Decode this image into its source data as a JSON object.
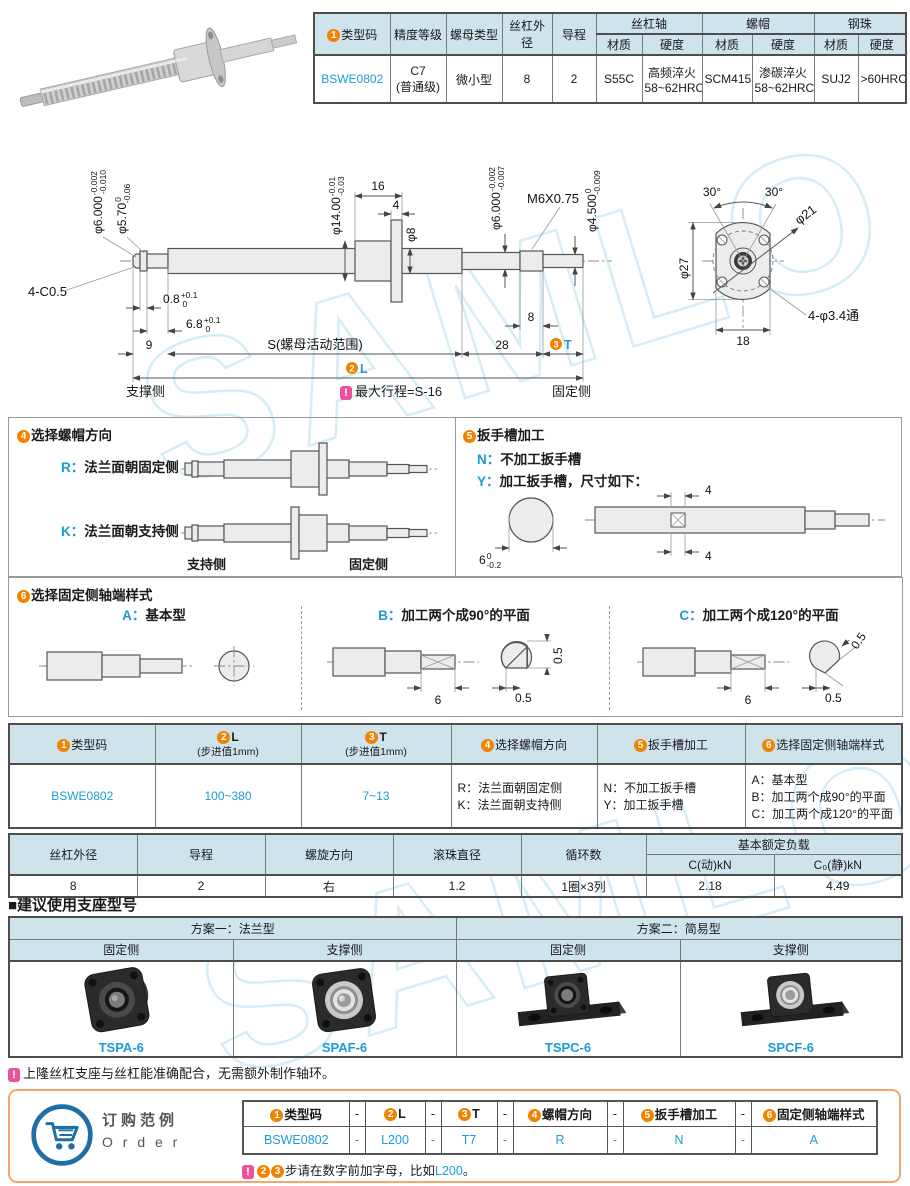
{
  "watermark": "SAMLO",
  "top_table": {
    "num": "1",
    "h_code": "类型码",
    "h_precision": "精度等级",
    "h_nut_type": "螺母类型",
    "h_od": "丝杠外径",
    "h_lead": "导程",
    "h_shaft": "丝杠轴",
    "h_cap": "螺帽",
    "h_ball": "钢珠",
    "h_material": "材质",
    "h_hardness": "硬度",
    "row": {
      "code": "BSWE0802",
      "precision1": "C7",
      "precision2": "(普通级)",
      "nut_type": "微小型",
      "od": "8",
      "lead": "2",
      "shaft_mat": "S55C",
      "shaft_hard1": "高频淬火",
      "shaft_hard2": "58~62HRC",
      "cap_mat": "SCM415",
      "cap_hard1": "渗碳淬火",
      "cap_hard2": "58~62HRC",
      "ball_mat": "SUJ2",
      "ball_hard": ">60HRC"
    }
  },
  "drawing": {
    "d16": "16",
    "d4": "4",
    "phi8": "φ8",
    "phi14": "φ14.00",
    "phi14_up": "-0.01",
    "phi14_dn": "-0.03",
    "phi6l": "φ6.000",
    "phi6l_up": "-0.002",
    "phi6l_dn": "-0.010",
    "phi57": "φ5.70",
    "phi57_up": "0",
    "phi57_dn": "-0.06",
    "phi6r": "φ6.000",
    "phi6r_up": "-0.002",
    "phi6r_dn": "-0.007",
    "phi45": "φ4.500",
    "phi45_up": "0",
    "phi45_dn": "-0.009",
    "m6": "M6X0.75",
    "c05": "4-C0.5",
    "d08": "0.8",
    "d08_up": "+0.1",
    "d08_dn": "0",
    "d68": "6.8",
    "d68_up": "+0.1",
    "d68_dn": "0",
    "d9": "9",
    "s_range": "S(螺母活动范围)",
    "d28": "28",
    "d8": "8",
    "n2": "2",
    "l": "L",
    "n3": "3",
    "t": "T",
    "support": "支撑侧",
    "fixed": "固定侧",
    "excl": "!",
    "max_stroke": "最大行程=S-16",
    "a30l": "30°",
    "a30r": "30°",
    "phi21": "φ21",
    "phi27": "φ27",
    "d18": "18",
    "holes": "4-φ3.4通"
  },
  "sec4": {
    "num": "4",
    "title": "选择螺帽方向",
    "r_code": "R：",
    "r_text": "法兰面朝固定侧",
    "k_code": "K：",
    "k_text": "法兰面朝支持侧",
    "left": "支持侧",
    "right": "固定侧"
  },
  "sec5": {
    "num": "5",
    "title": "扳手槽加工",
    "n_code": "N：",
    "n_text": "不加工扳手槽",
    "y_code": "Y：",
    "y_text": "加工扳手槽，尺寸如下：",
    "d6": "6",
    "d6_up": "0",
    "d6_dn": "-0.2",
    "d4a": "4",
    "d4b": "4"
  },
  "sec6": {
    "num": "6",
    "title": "选择固定侧轴端样式",
    "a_code": "A：",
    "a_text": "基本型",
    "b_code": "B：",
    "b_text": "加工两个成90°的平面",
    "c_code": "C：",
    "c_text": "加工两个成120°的平面",
    "d6": "6",
    "d05": "0.5"
  },
  "options_table": {
    "h1_num": "1",
    "h1": "类型码",
    "h2_num": "2",
    "h2": "L",
    "h2_sub": "(步进值1mm)",
    "h3_num": "3",
    "h3": "T",
    "h3_sub": "(步进值1mm)",
    "h4_num": "4",
    "h4": "选择螺帽方向",
    "h5_num": "5",
    "h5": "扳手槽加工",
    "h6_num": "6",
    "h6": "选择固定侧轴端样式",
    "row": {
      "code": "BSWE0802",
      "l": "100~380",
      "t": "7~13",
      "dir1": "R：法兰面朝固定侧",
      "dir2": "K：法兰面朝支持侧",
      "slot1": "N：不加工扳手槽",
      "slot2": "Y：加工扳手槽",
      "end1": "A：基本型",
      "end2": "B：加工两个成90°的平面",
      "end3": "C：加工两个成120°的平面"
    }
  },
  "spec_table": {
    "h_od": "丝杠外径",
    "h_lead": "导程",
    "h_dir": "螺旋方向",
    "h_ball": "滚珠直径",
    "h_cycles": "循环数",
    "h_load": "基本额定负载",
    "h_c": "C(动)kN",
    "h_c0": "C₀(静)kN",
    "row": {
      "od": "8",
      "lead": "2",
      "dir": "右",
      "ball": "1.2",
      "cycles": "1圈×3列",
      "c": "2.18",
      "c0": "4.49"
    }
  },
  "support": {
    "title": "■建议使用支座型号",
    "plan1": "方案一：法兰型",
    "plan2": "方案二：简易型",
    "fixed1": "固定侧",
    "support1": "支撑侧",
    "fixed2": "固定侧",
    "support2": "支撑侧",
    "names": [
      "TSPA-6",
      "SPAF-6",
      "TSPC-6",
      "SPCF-6"
    ],
    "note_excl": "!",
    "note": "上隆丝杠支座与丝杠能准确配合，无需额外制作轴环。"
  },
  "order": {
    "title_cn": "订购范例",
    "title_en": "O r d e r",
    "h1_num": "1",
    "h1": "类型码",
    "h2_num": "2",
    "h2": "L",
    "h3_num": "3",
    "h3": "T",
    "h4_num": "4",
    "h4": "螺帽方向",
    "h5_num": "5",
    "h5": "扳手槽加工",
    "h6_num": "6",
    "h6": "固定侧轴端样式",
    "dash": "-",
    "v1": "BSWE0802",
    "v2": "L200",
    "v3": "T7",
    "v4": "R",
    "v5": "N",
    "v6": "A",
    "note_excl": "!",
    "note_n2": "2",
    "note_n3": "3",
    "note_text": "步请在数字前加字母，比如",
    "note_example": "L200",
    "note_end": "。"
  }
}
